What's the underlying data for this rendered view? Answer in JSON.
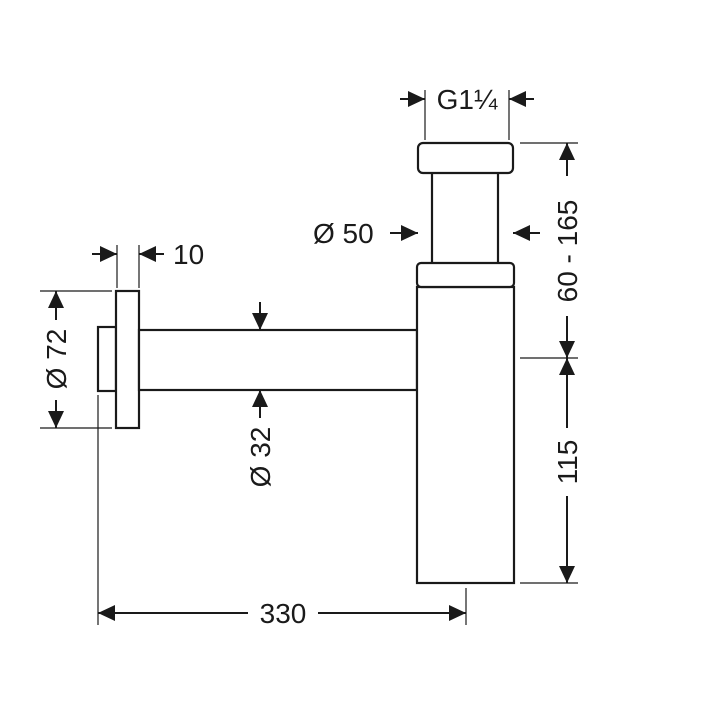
{
  "dimensions": {
    "thread": "G1¼",
    "outlet_diameter": "Ø 50",
    "height_adjust": "60 - 165",
    "flange_thickness": "10",
    "flange_diameter": "Ø 72",
    "pipe_diameter": "Ø 32",
    "body_height": "115",
    "projection": "330"
  }
}
